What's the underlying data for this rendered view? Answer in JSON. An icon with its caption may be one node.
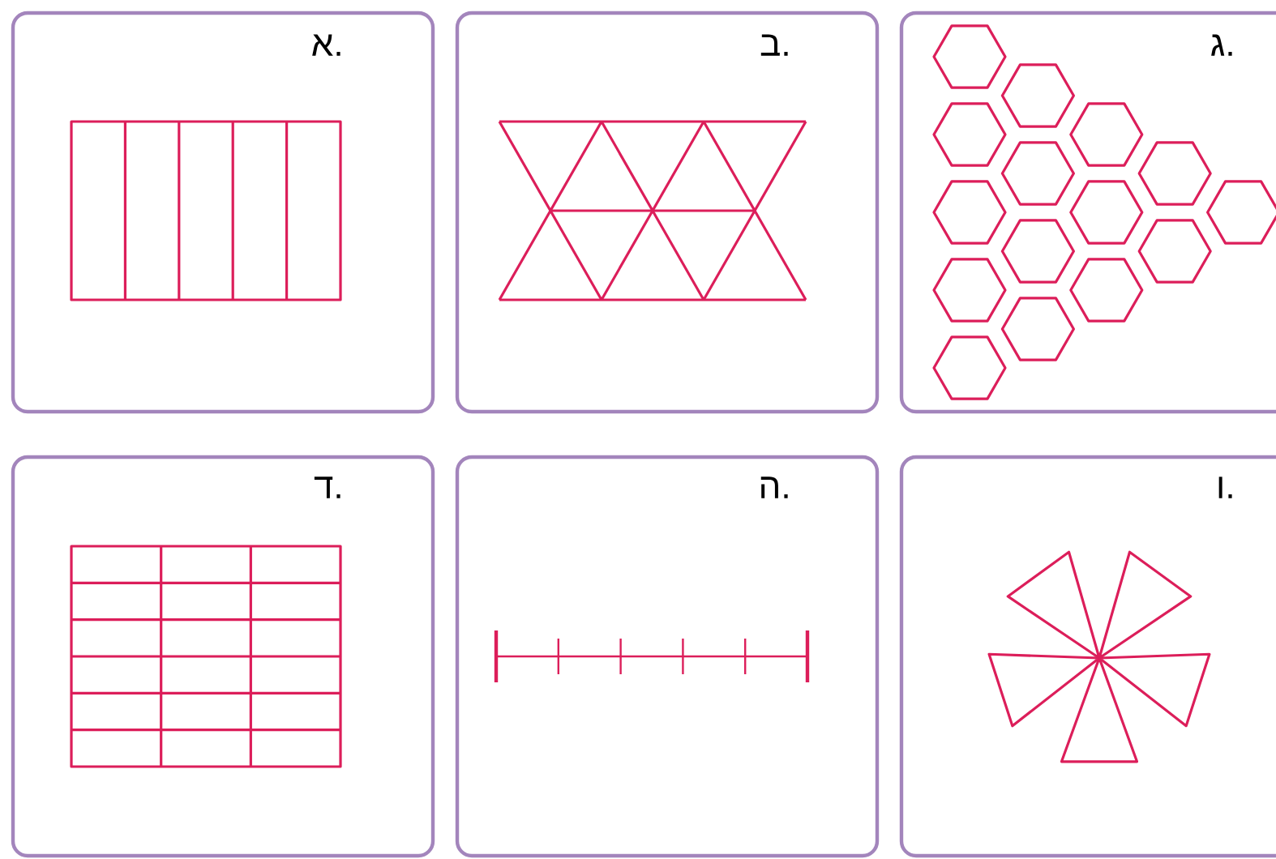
{
  "diagram": {
    "nodes": [
      {
        "text": [
          "א."
        ]
      },
      {
        "text": [
          "ב."
        ]
      },
      {
        "text": [
          "ג."
        ]
      },
      {
        "text": [
          "ד."
        ]
      },
      {
        "text": [
          "ה."
        ]
      },
      {
        "text": [
          "ו."
        ]
      }
    ]
  }
}
